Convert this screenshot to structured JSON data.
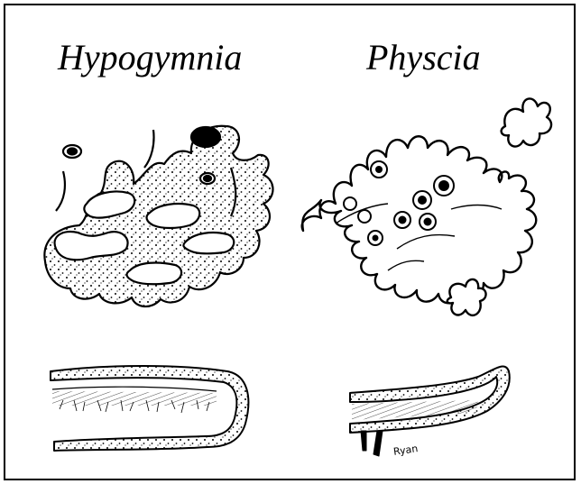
{
  "titles": {
    "left": "Hypogymnia",
    "right": "Physcia"
  },
  "signature": "Ryan",
  "figures": [
    {
      "name": "hypogymnia-thallus-drawing",
      "type": "ink drawing"
    },
    {
      "name": "physcia-thallus-drawing",
      "type": "ink drawing"
    },
    {
      "name": "hypogymnia-cross-section",
      "type": "ink drawing"
    },
    {
      "name": "physcia-cross-section",
      "type": "ink drawing"
    }
  ],
  "colors": {
    "ink": "#000000",
    "paper": "#ffffff"
  }
}
